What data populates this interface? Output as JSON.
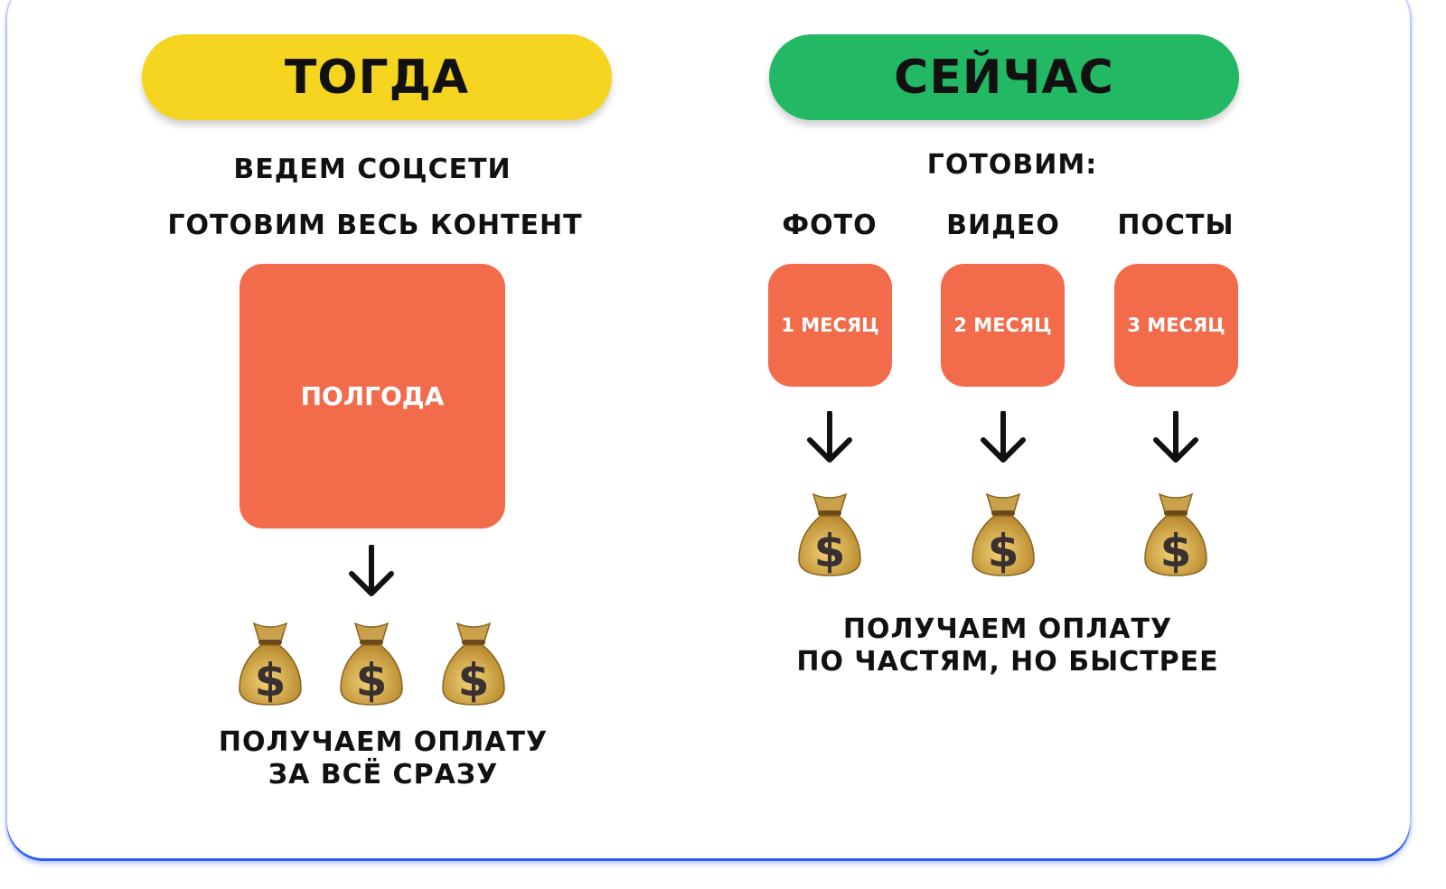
{
  "then": {
    "title": "ТОГДА",
    "line1": "ВЕДЕМ СОЦСЕТИ",
    "line2": "ГОТОВИМ ВЕСЬ КОНТЕНТ",
    "box": "ПОЛГОДА",
    "caption1": "ПОЛУЧАЕМ ОПЛАТУ",
    "caption2": "ЗА ВСЁ СРАЗУ"
  },
  "now": {
    "title": "СЕЙЧАС",
    "subtitle": "ГОТОВИМ:",
    "items": [
      {
        "label": "ФОТО",
        "box": "1 МЕСЯЦ"
      },
      {
        "label": "ВИДЕО",
        "box": "2 МЕСЯЦ"
      },
      {
        "label": "ПОСТЫ",
        "box": "3 МЕСЯЦ"
      }
    ],
    "caption1": "ПОЛУЧАЕМ ОПЛАТУ",
    "caption2": "ПО ЧАСТЯМ, НО БЫСТРЕЕ"
  },
  "icons": {
    "arrow": "arrow-down-icon",
    "bag": "money-bag-icon",
    "bag_symbol": "$"
  },
  "colors": {
    "yellow": "#F5D51F",
    "green": "#22B864",
    "orange": "#F26B4A"
  }
}
